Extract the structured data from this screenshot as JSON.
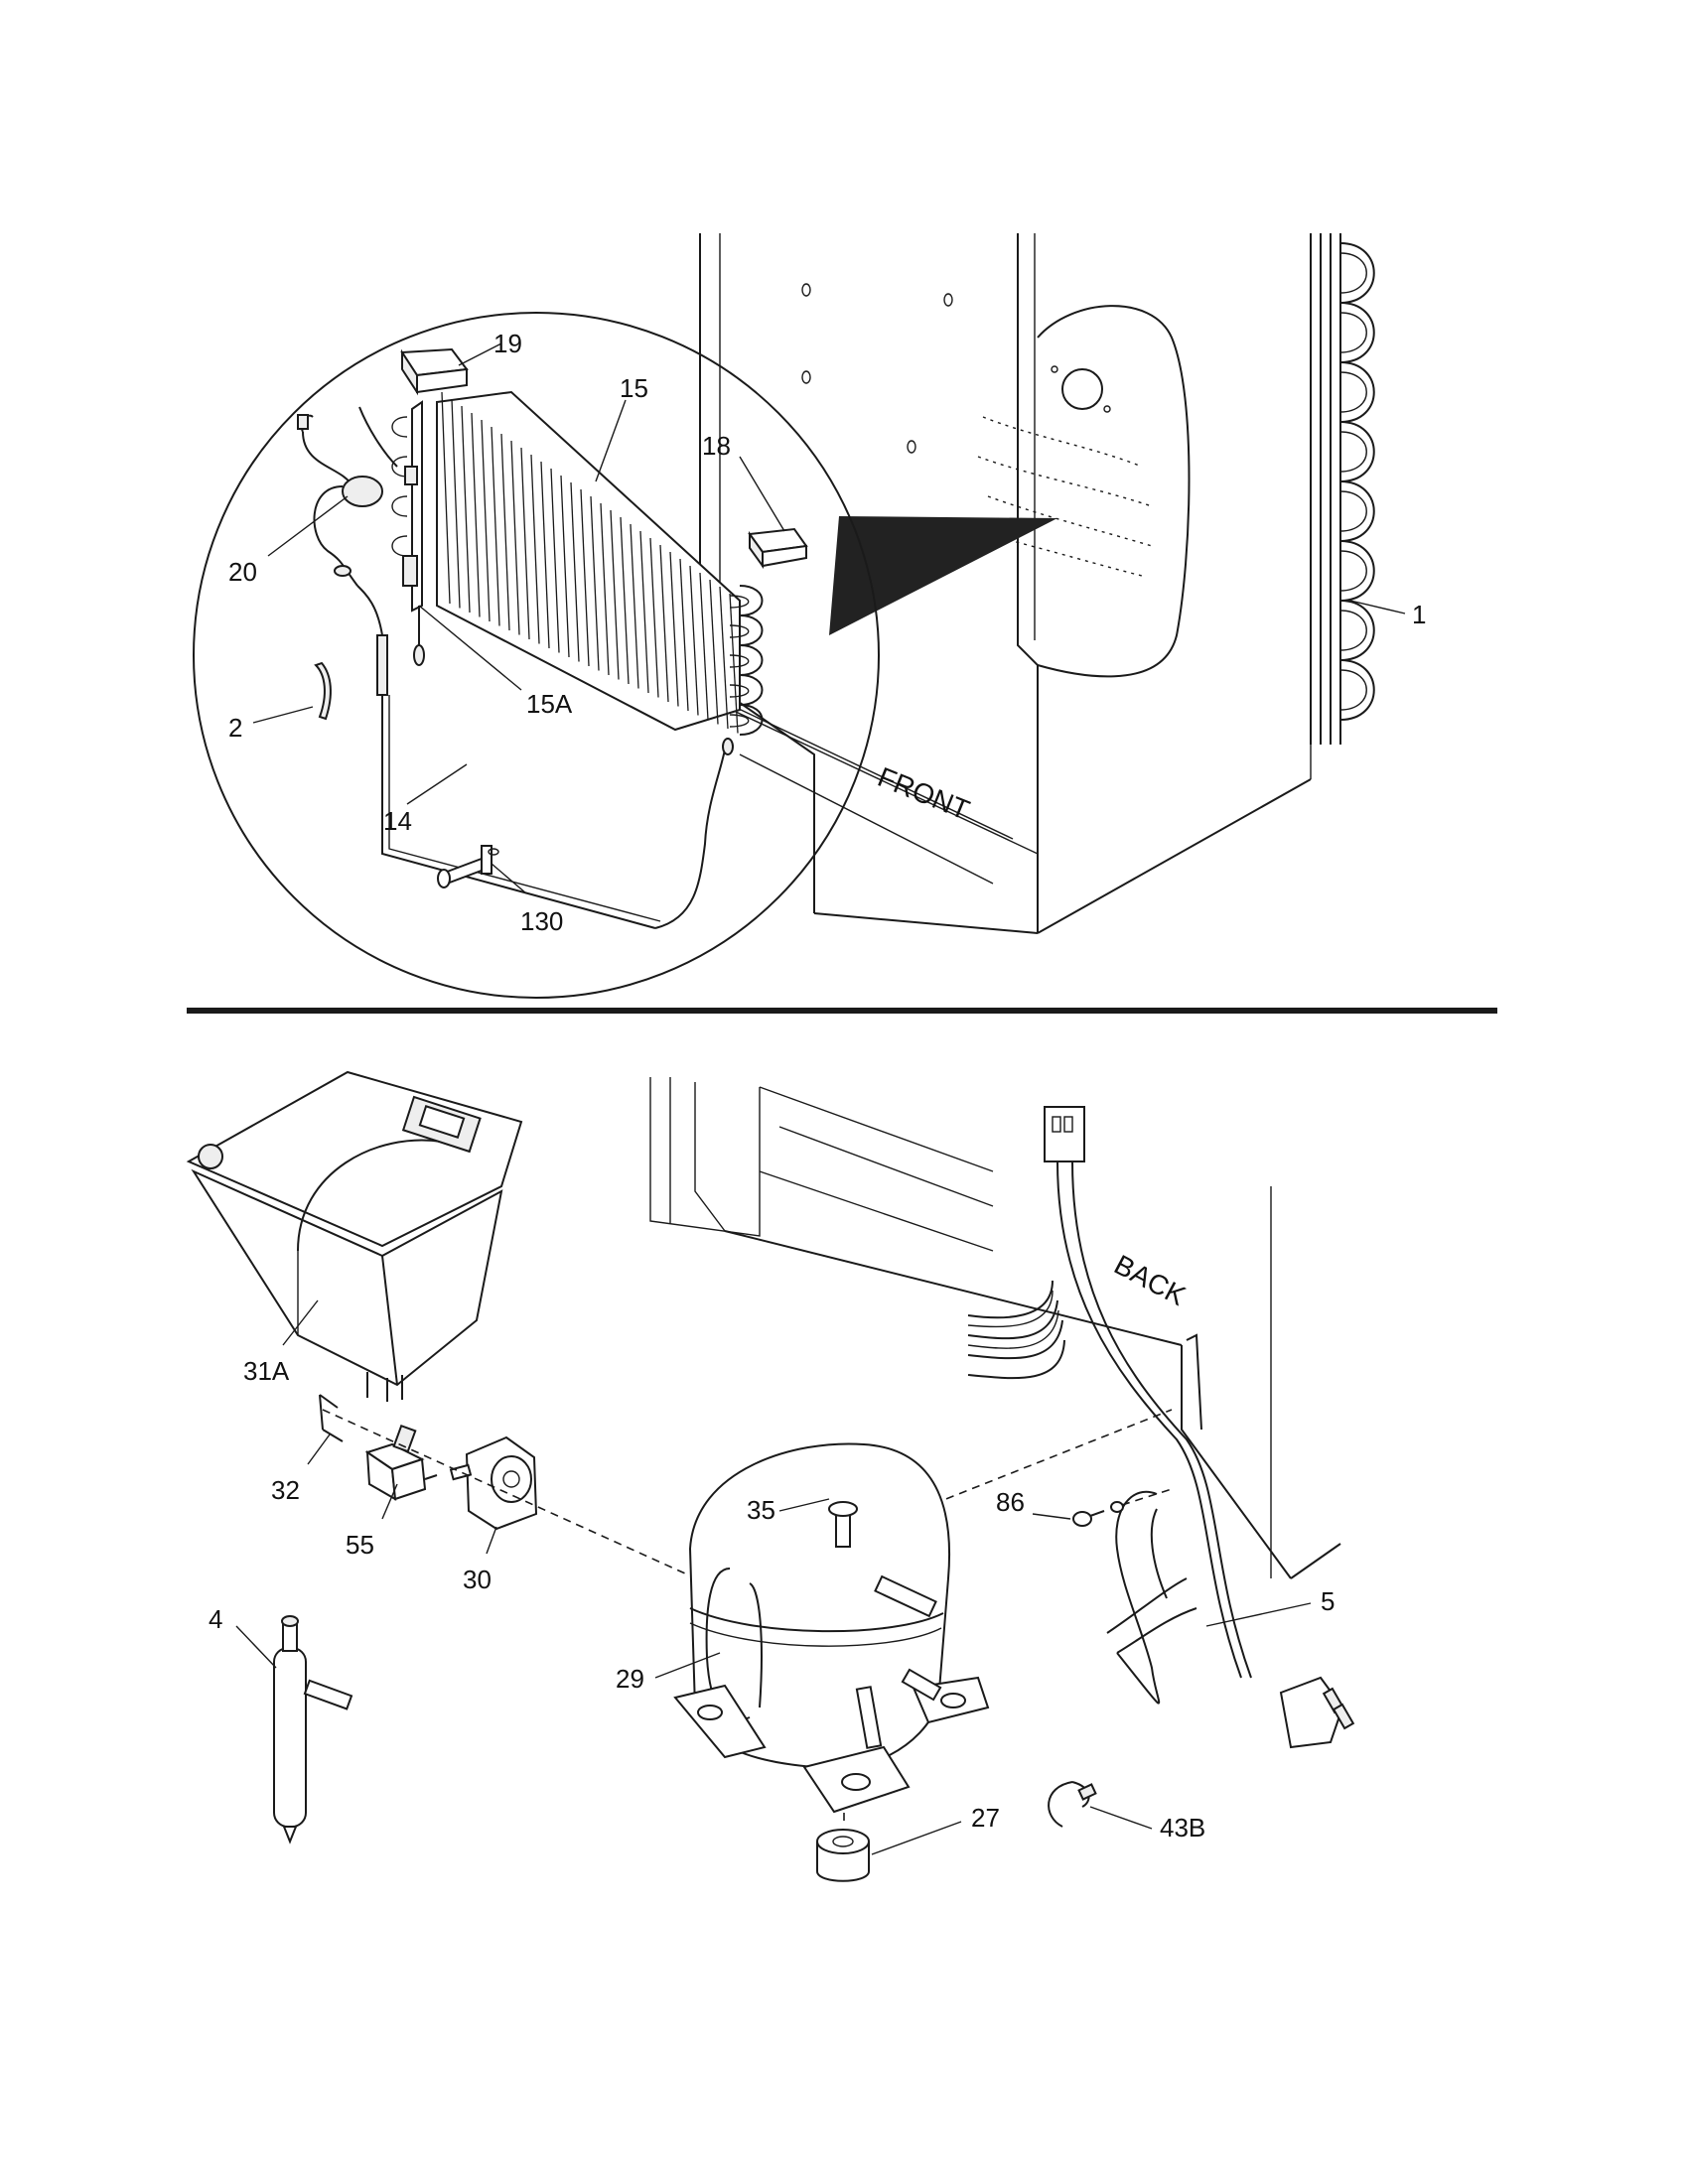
{
  "labels": {
    "p19": "19",
    "p15": "15",
    "p18": "18",
    "p20": "20",
    "p15a": "15A",
    "p2": "2",
    "p14": "14",
    "p130": "130",
    "p1": "1",
    "p31a": "31A",
    "p32": "32",
    "p55": "55",
    "p30": "30",
    "p35": "35",
    "p86": "86",
    "p5": "5",
    "p29": "29",
    "p4": "4",
    "p27": "27",
    "p43b": "43B"
  },
  "words": {
    "front": "FRONT",
    "back": "BACK"
  }
}
